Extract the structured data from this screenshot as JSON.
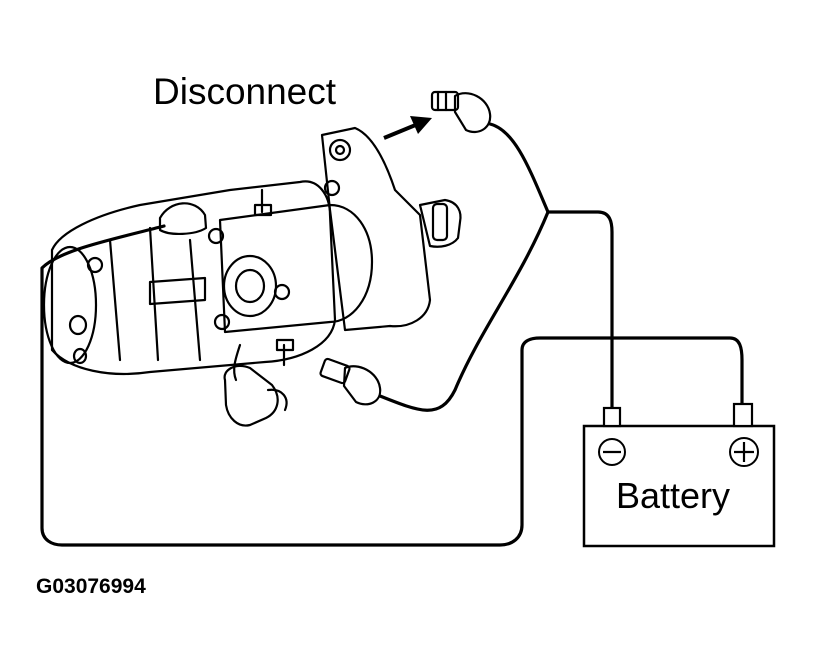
{
  "labels": {
    "disconnect": "Disconnect",
    "battery": "Battery",
    "figure_code": "G03076994"
  },
  "battery_terminals": {
    "negative_symbol": "⊖",
    "positive_symbol": "⊕"
  },
  "colors": {
    "ink": "#000000",
    "paper": "#ffffff"
  }
}
